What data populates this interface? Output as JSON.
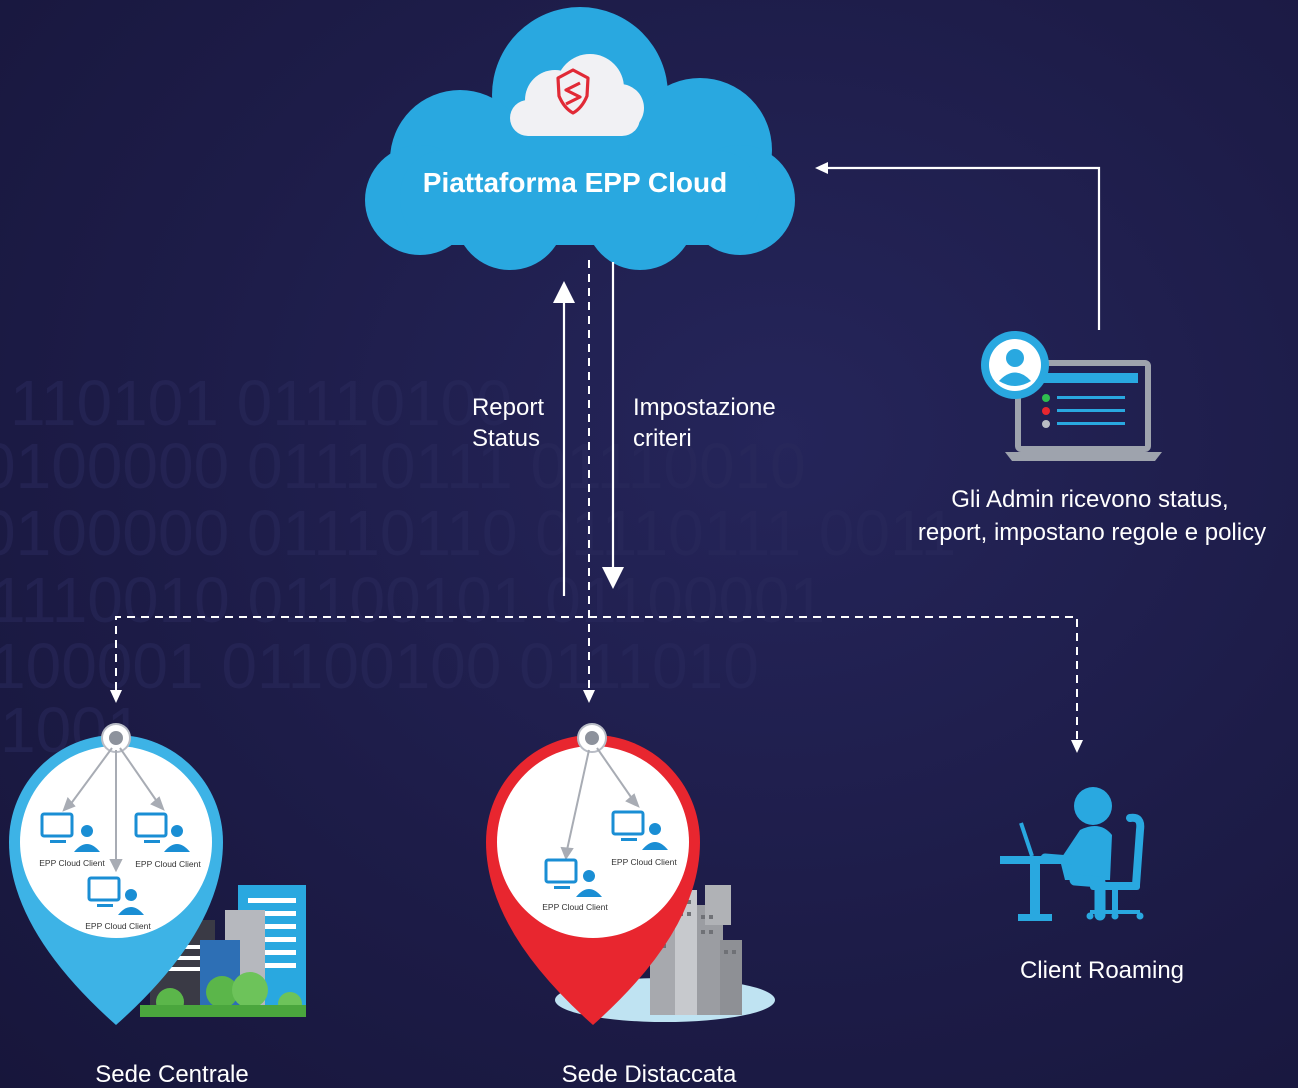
{
  "cloud": {
    "title": "Piattaforma EPP Cloud",
    "logo_icon": "shield-s-icon",
    "color": "#29a8e0"
  },
  "flows": {
    "up_label_1": "Report",
    "up_label_2": "Status",
    "down_label_1": "Impostazione",
    "down_label_2": "criteri"
  },
  "admin": {
    "caption_line_1": "Gli Admin ricevono status,",
    "caption_line_2": "report, impostano regole e policy",
    "icon": "admin-laptop-icon"
  },
  "sites": [
    {
      "name": "Sede Centrale",
      "pin_color": "#3db3e6",
      "clients": [
        "EPP Cloud Client",
        "EPP Cloud Client",
        "EPP Cloud Client"
      ]
    },
    {
      "name": "Sede Distaccata",
      "pin_color": "#e8262f",
      "clients": [
        "EPP Cloud Client",
        "EPP Cloud Client"
      ]
    }
  ],
  "roaming": {
    "name": "Client Roaming",
    "icon": "person-at-desk-icon"
  },
  "background_bits": [
    "110101 01110100",
    "0100000 01110111 01110010",
    "0100000 01110110 01110111 0011",
    "1110010 01100101 01100001",
    "100001 01100100 0111010",
    "1001"
  ],
  "colors": {
    "background": "#1d1c48",
    "accent_blue": "#29a8e0",
    "accent_red": "#e8262f"
  }
}
